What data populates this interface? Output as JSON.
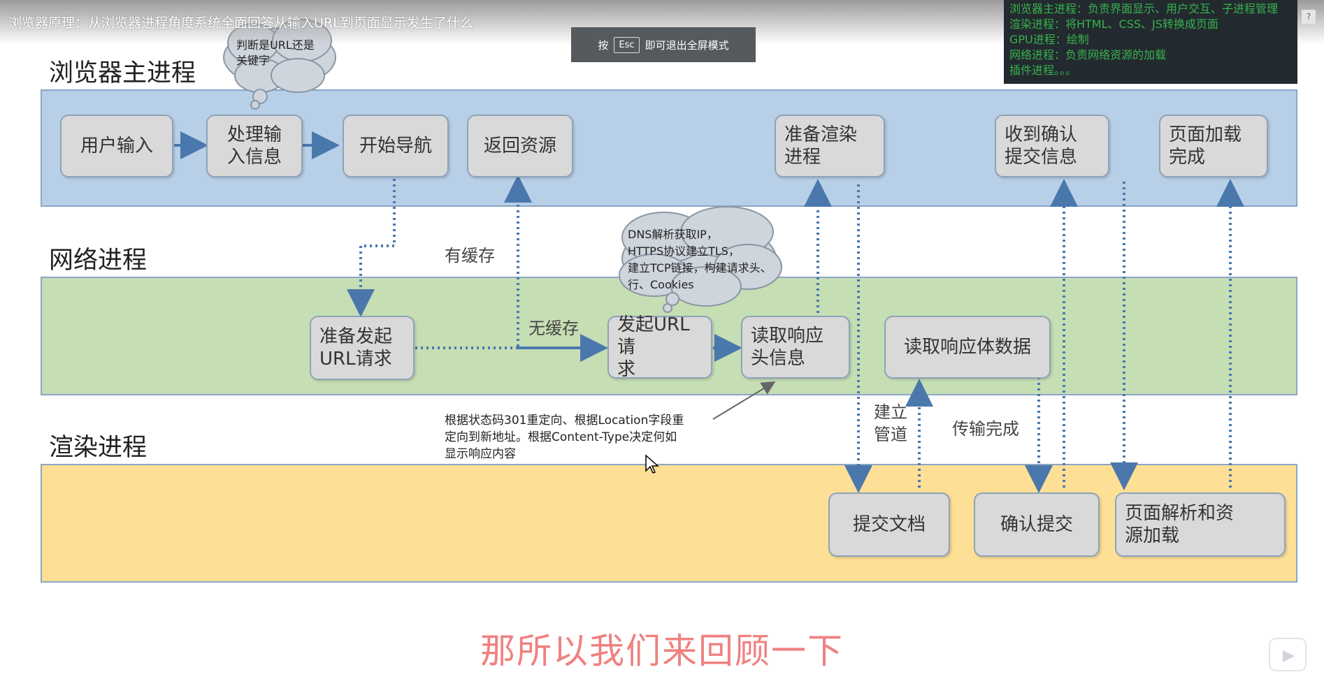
{
  "video": {
    "title": "浏览器原理：从浏览器进程角度系统全面回答从输入URL到页面显示发生了什么",
    "esc_prefix": "按",
    "esc_key": "Esc",
    "esc_suffix": "即可退出全屏模式",
    "help_label": "?"
  },
  "notes": [
    "浏览器主进程：负责界面显示、用户交互、子进程管理",
    "渲染进程：将HTML、CSS、JS转换成页面",
    "GPU进程：绘制",
    "网络进程：负责网络资源的加载",
    "插件进程。。。"
  ],
  "lanes": {
    "browser": "浏览器主进程",
    "network": "网络进程",
    "render": "渲染进程"
  },
  "boxes": {
    "user_input": "用户输入",
    "process_input": "处理输\n入信息",
    "start_nav": "开始导航",
    "return_res": "返回资源",
    "prepare_render": "准备渲染\n进程",
    "receive_confirm": "收到确认\n提交信息",
    "page_loaded": "页面加载\n完成",
    "prepare_request": "准备发起\nURL请求",
    "send_request": "发起URL请\n求",
    "read_header": "读取响应\n头信息",
    "read_body": "读取响应体数据",
    "commit_doc": "提交文档",
    "confirm_commit": "确认提交",
    "parse_load": "页面解析和资\n源加载"
  },
  "labels": {
    "cached": "有缓存",
    "no_cache": "无缓存",
    "build_pipe": "建立\n管道",
    "transfer_done": "传输完成"
  },
  "clouds": {
    "keyword": "判断是URL还是\n关键字",
    "dns": "DNS解析获取IP，\nHTTPS协议建立TLS，\n建立TCP链接，构建请求头、\n行、Cookies"
  },
  "annotation": "根据状态码301重定向、根据Location字段重\n定向到新地址。根据Content-Type决定何如\n显示响应内容",
  "subtitle": "那所以我们来回顾一下",
  "colors": {
    "browser_lane": "#b8cfe8",
    "network_lane": "#c6deb4",
    "render_lane": "#fedf96",
    "arrow": "#4a78ad",
    "subtitle": "#f08080",
    "notes_text": "#37b24d"
  }
}
